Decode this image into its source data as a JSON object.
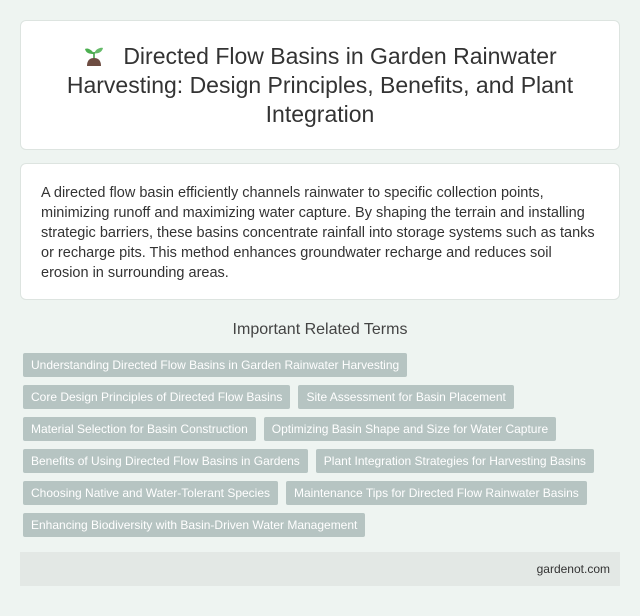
{
  "header": {
    "icon": "seedling-icon",
    "title": "Directed Flow Basins in Garden Rainwater Harvesting: Design Principles, Benefits, and Plant Integration"
  },
  "description": {
    "text": "A directed flow basin efficiently channels rainwater to specific collection points, minimizing runoff and maximizing water capture. By shaping the terrain and installing strategic barriers, these basins concentrate rainfall into storage systems such as tanks or recharge pits. This method enhances groundwater recharge and reduces soil erosion in surrounding areas."
  },
  "related": {
    "heading": "Important Related Terms",
    "rows": [
      [
        "Understanding Directed Flow Basins in Garden Rainwater Harvesting"
      ],
      [
        "Core Design Principles of Directed Flow Basins",
        "Site Assessment for Basin Placement"
      ],
      [
        "Material Selection for Basin Construction",
        "Optimizing Basin Shape and Size for Water Capture"
      ],
      [
        "Benefits of Using Directed Flow Basins in Gardens",
        "Plant Integration Strategies for Harvesting Basins"
      ],
      [
        "Choosing Native and Water-Tolerant Species",
        "Maintenance Tips for Directed Flow Rainwater Basins"
      ],
      [
        "Enhancing Biodiversity with Basin-Driven Water Management"
      ]
    ]
  },
  "footer": {
    "site": "gardenot.com"
  },
  "colors": {
    "background": "#eef4f1",
    "tag": "#b6c4c2",
    "footer": "#e3e8e5"
  }
}
